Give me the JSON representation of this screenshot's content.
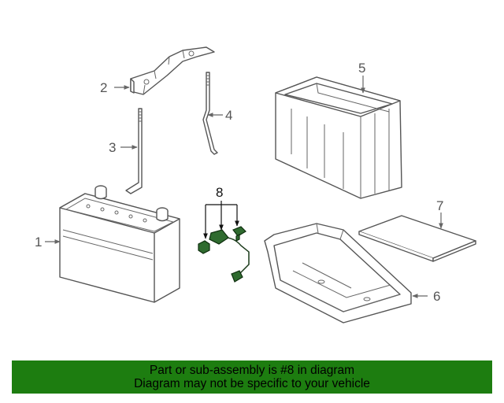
{
  "callouts": {
    "c1": "1",
    "c2": "2",
    "c3": "3",
    "c4": "4",
    "c5": "5",
    "c6": "6",
    "c7": "7",
    "c8": "8"
  },
  "highlight_color": "#1d7d10",
  "footer": {
    "line1": "Part or sub-assembly is #8 in diagram",
    "line2": "Diagram may not be specific to your vehicle"
  }
}
